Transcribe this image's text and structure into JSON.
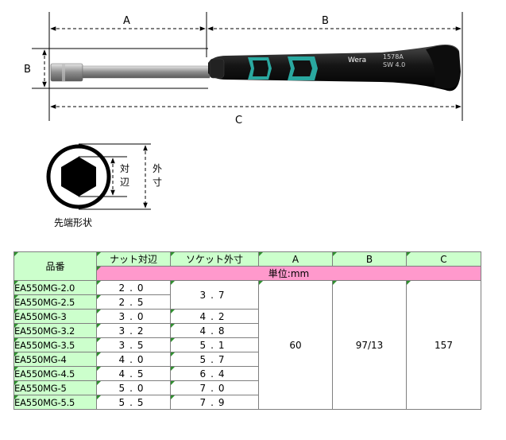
{
  "figure": {
    "label_a": "A",
    "label_b": "B",
    "label_c": "C",
    "label_b_height": "B",
    "brand": "Wera",
    "handle_text_1": "1578A",
    "handle_text_2": "SW 4.0",
    "across_flats_1": "対",
    "across_flats_2": "辺",
    "outer_dim_1": "外",
    "outer_dim_2": "寸",
    "tip_caption": "先端形状",
    "colors": {
      "handle": "#1a1a1a",
      "grip": "#2aa8a0",
      "shaft": "#9a9a9a"
    }
  },
  "table": {
    "header_model": "品番",
    "header_nut": "ナット対辺",
    "header_socket": "ソケット外寸",
    "header_a": "A",
    "header_b": "B",
    "header_c": "C",
    "unit": "単位:mm",
    "rows": [
      {
        "model": "EA550MG-2.0",
        "nut": "2.0",
        "socket": "3.7"
      },
      {
        "model": "EA550MG-2.5",
        "nut": "2.5"
      },
      {
        "model": "EA550MG-3",
        "nut": "3.0",
        "socket": "4.2"
      },
      {
        "model": "EA550MG-3.2",
        "nut": "3.2",
        "socket": "4.8"
      },
      {
        "model": "EA550MG-3.5",
        "nut": "3.5",
        "socket": "5.1"
      },
      {
        "model": "EA550MG-4",
        "nut": "4.0",
        "socket": "5.7"
      },
      {
        "model": "EA550MG-4.5",
        "nut": "4.5",
        "socket": "6.4"
      },
      {
        "model": "EA550MG-5",
        "nut": "5.0",
        "socket": "7.0"
      },
      {
        "model": "EA550MG-5.5",
        "nut": "5.5",
        "socket": "7.9"
      }
    ],
    "value_a": "60",
    "value_b": "97/13",
    "value_c": "157",
    "colors": {
      "header": "#ccffcc",
      "unit": "#ff99cc",
      "border": "#7f7f7f"
    }
  }
}
